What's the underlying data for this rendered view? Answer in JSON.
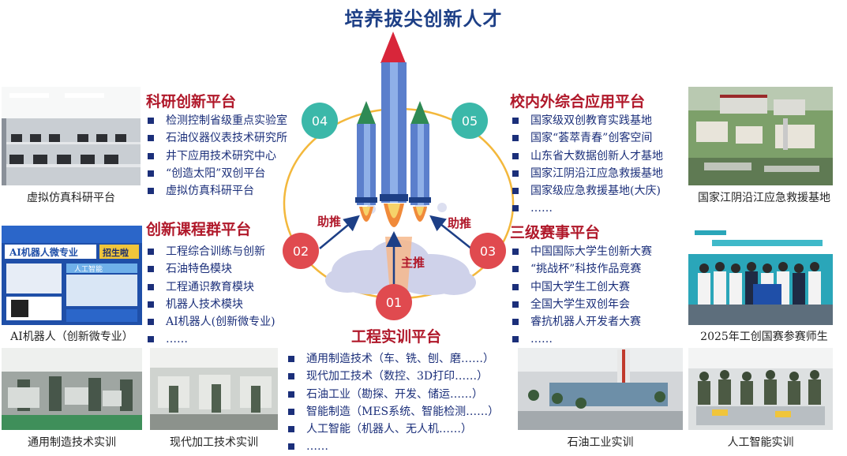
{
  "title": "培养拔尖创新人才",
  "colors": {
    "heading": "#b0182a",
    "list": "#1b2f7a",
    "teal": "#3bb8a9",
    "red": "#e04a4f",
    "ring": "#f3b83c"
  },
  "rocket": {
    "circles": {
      "c01": "01",
      "c02": "02",
      "c03": "03",
      "c04": "04",
      "c05": "05"
    },
    "labels": {
      "main": "主推",
      "assist_left": "助推",
      "assist_right": "助推"
    }
  },
  "sections": {
    "research": {
      "heading": "科研创新平台",
      "items": [
        "检测控制省级重点实验室",
        "石油仪器仪表技术研究所",
        "井下应用技术研究中心",
        "“创造太阳”双创平台",
        "虚拟仿真科研平台"
      ]
    },
    "course": {
      "heading": "创新课程群平台",
      "items": [
        "工程综合训练与创新",
        "石油特色模块",
        "工程通识教育模块",
        "机器人技术模块",
        "AI机器人(创新微专业)",
        "……"
      ]
    },
    "training": {
      "heading": "工程实训平台",
      "items": [
        "通用制造技术（车、铣、刨、磨……）",
        "现代加工技术（数控、3D打印……）",
        "石油工业（勘探、开发、储运……）",
        "智能制造（MES系统、智能检测……）",
        "人工智能（机器人、无人机……）",
        "……"
      ]
    },
    "application": {
      "heading": "校内外综合应用平台",
      "items": [
        "国家级双创教育实践基地",
        "国家“荟萃青春”创客空间",
        "山东省大数据创新人才基地",
        "国家江阴沿江应急救援基地",
        "国家级应急救援基地(大庆)",
        "……"
      ]
    },
    "competition": {
      "heading": "三级赛事平台",
      "items": [
        "中国国际大学生创新大赛",
        "“挑战杯”科技作品竞赛",
        "中国大学生工创大赛",
        "全国大学生双创年会",
        "睿抗机器人开发者大赛",
        "……"
      ]
    }
  },
  "photos": {
    "virtual_lab": {
      "caption": "虚拟仿真科研平台"
    },
    "ai_poster": {
      "caption": "AI机器人（创新微专业）",
      "poster_title": "AI机器人微专业",
      "poster_tag": "招生啦",
      "poster_sub": "人工智能"
    },
    "general_mfg": {
      "caption": "通用制造技术实训"
    },
    "modern_proc": {
      "caption": "现代加工技术实训"
    },
    "petroleum": {
      "caption": "石油工业实训"
    },
    "ai_training": {
      "caption": "人工智能实训"
    },
    "rescue_base": {
      "caption": "国家江阴沿江应急救援基地"
    },
    "team_2025": {
      "caption": "2025年工创国赛参赛师生"
    }
  }
}
